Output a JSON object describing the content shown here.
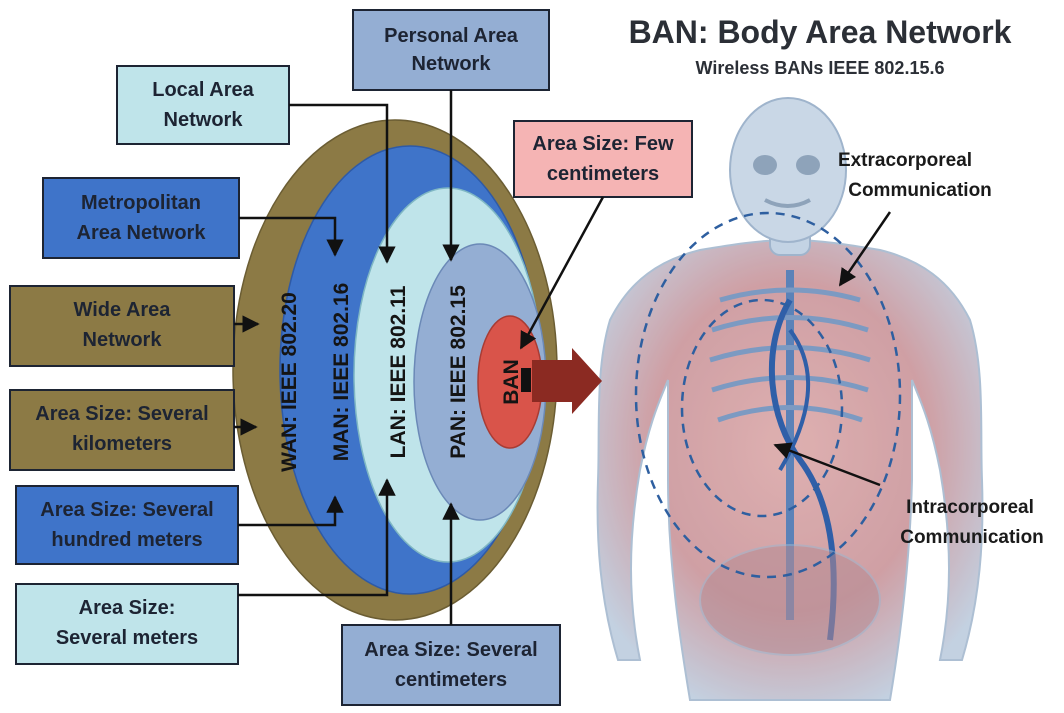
{
  "title": "BAN: Body Area Network",
  "subtitle": "Wireless BANs IEEE 802.15.6",
  "boxes": {
    "personal_area_network": [
      "Personal Area",
      "Network"
    ],
    "local_area_network": [
      "Local Area",
      "Network"
    ],
    "metropolitan_area_network": [
      "Metropolitan",
      "Area Network"
    ],
    "wide_area_network": [
      "Wide Area",
      "Network"
    ],
    "area_size_km": [
      "Area Size: Several",
      "kilometers"
    ],
    "area_size_hundred_m": [
      "Area Size: Several",
      "hundred meters"
    ],
    "area_size_m": [
      "Area Size:",
      "Several meters"
    ],
    "area_size_cm": [
      "Area Size: Several",
      "centimeters"
    ],
    "area_size_few_cm": [
      "Area Size: Few",
      "centimeters"
    ]
  },
  "rings": {
    "wan": "WAN: IEEE 802.20",
    "man": "MAN: IEEE 802.16",
    "lan": "LAN: IEEE 802.11",
    "pan": "PAN: IEEE 802.15",
    "ban": "BAN"
  },
  "side_labels": {
    "extracorporeal": [
      "Extracorporeal",
      "Communication"
    ],
    "intracorporeal": [
      "Intracorporeal",
      "Communication"
    ]
  },
  "colors": {
    "wan": "#8c7a45",
    "man": "#3f74c9",
    "lan": "#bfe4ea",
    "pan": "#94aed3",
    "ban": "#d9544a",
    "pink_box": "#f5b4b4",
    "dark_arrow": "#8b2a22"
  }
}
